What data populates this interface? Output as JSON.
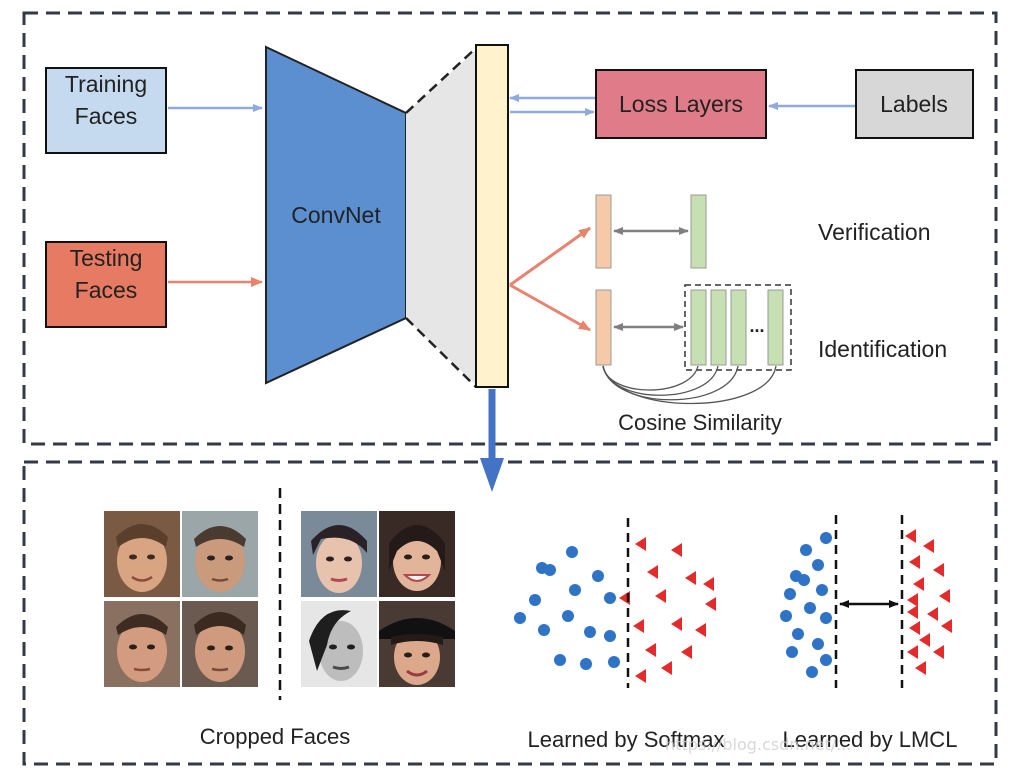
{
  "inputs": {
    "training": "Training\nFaces",
    "testing": "Testing\nFaces",
    "labels": "Labels"
  },
  "network": {
    "convnet": "ConvNet",
    "loss": "Loss Layers"
  },
  "tasks": {
    "verification": "Verification",
    "identification": "Identification",
    "ellipsis": "...",
    "cosine": "Cosine Similarity"
  },
  "bottom": {
    "cropped": "Cropped Faces",
    "softmax": "Learned by Softmax",
    "lmcl": "Learned by LMCL",
    "watermark": "https://blog.csdn.net/..."
  },
  "colors": {
    "training_fill": "#c5d9ef",
    "testing_fill": "#e77a62",
    "loss_fill": "#e07b8a",
    "labels_fill": "#d7d7d7",
    "convnet_fill": "#5b8fd0",
    "feature_fill": "#fff2cc",
    "train_arrow": "#8faadc",
    "test_arrow": "#e8836d",
    "verif_left": "#f6caa9",
    "verif_right": "#c6e0b4",
    "dot_blue": "#2f73c6",
    "tri_red": "#e32b2b"
  },
  "scatter": {
    "softmax_dots": [
      [
        572,
        552
      ],
      [
        550,
        570
      ],
      [
        598,
        576
      ],
      [
        535,
        600
      ],
      [
        575,
        590
      ],
      [
        610,
        598
      ],
      [
        568,
        616
      ],
      [
        544,
        630
      ],
      [
        590,
        632
      ],
      [
        520,
        618
      ],
      [
        610,
        636
      ],
      [
        560,
        660
      ],
      [
        586,
        664
      ],
      [
        614,
        662
      ],
      [
        542,
        568
      ]
    ],
    "softmax_tris": [
      [
        640,
        544
      ],
      [
        676,
        550
      ],
      [
        652,
        572
      ],
      [
        690,
        578
      ],
      [
        624,
        598
      ],
      [
        660,
        596
      ],
      [
        710,
        604
      ],
      [
        638,
        626
      ],
      [
        676,
        624
      ],
      [
        700,
        630
      ],
      [
        650,
        650
      ],
      [
        686,
        652
      ],
      [
        640,
        676
      ],
      [
        666,
        668
      ],
      [
        708,
        584
      ]
    ],
    "lmcl_dots": [
      [
        826,
        538
      ],
      [
        806,
        550
      ],
      [
        818,
        565
      ],
      [
        796,
        576
      ],
      [
        822,
        590
      ],
      [
        790,
        594
      ],
      [
        810,
        608
      ],
      [
        786,
        616
      ],
      [
        826,
        618
      ],
      [
        798,
        634
      ],
      [
        818,
        644
      ],
      [
        792,
        652
      ],
      [
        826,
        660
      ],
      [
        812,
        672
      ],
      [
        804,
        580
      ]
    ],
    "lmcl_tris": [
      [
        910,
        536
      ],
      [
        928,
        546
      ],
      [
        914,
        562
      ],
      [
        938,
        570
      ],
      [
        918,
        584
      ],
      [
        944,
        596
      ],
      [
        912,
        600
      ],
      [
        932,
        614
      ],
      [
        914,
        628
      ],
      [
        946,
        626
      ],
      [
        924,
        640
      ],
      [
        912,
        652
      ],
      [
        938,
        652
      ],
      [
        920,
        668
      ],
      [
        912,
        612
      ]
    ]
  }
}
